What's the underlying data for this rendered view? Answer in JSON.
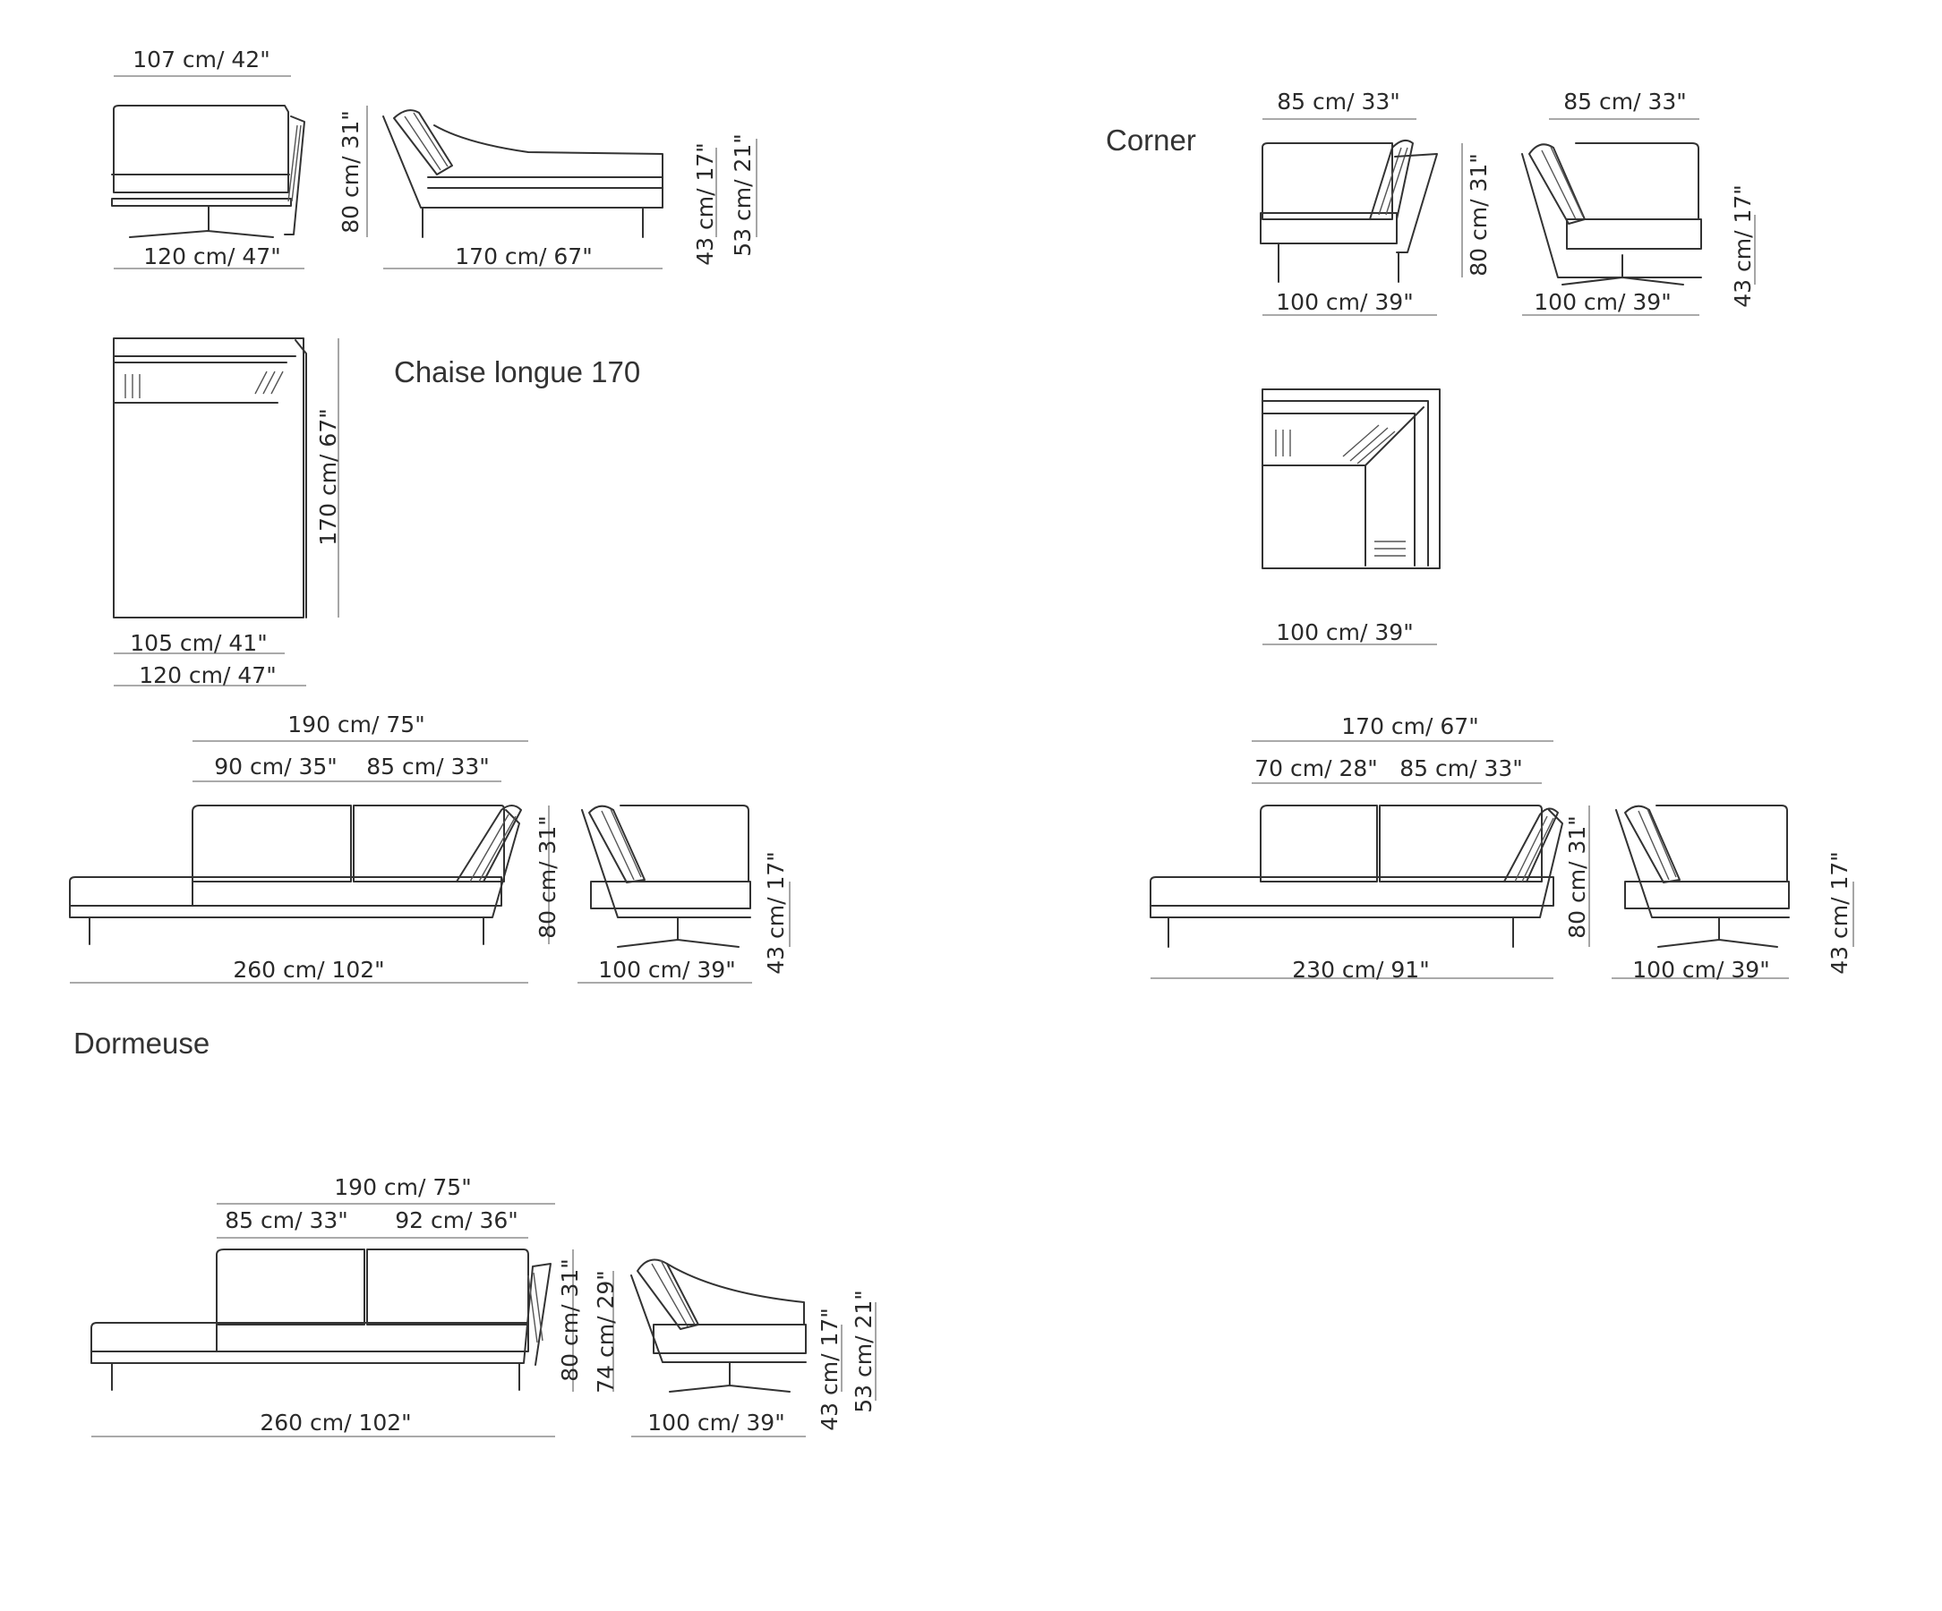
{
  "captions": {
    "chaise": "Chaise longue 170",
    "corner": "Corner",
    "dormeuse": "Dormeuse"
  },
  "dims": {
    "ch_top_w": "107 cm/ 42\"",
    "ch_front_w": "120 cm/ 47\"",
    "ch_h": "80 cm/ 31\"",
    "ch_side_w": "170 cm/ 67\"",
    "ch_seat": "43 cm/ 17\"",
    "ch_arm": "53 cm/ 21\"",
    "ch_plan_len": "170 cm/ 67\"",
    "ch_plan_w1": "105 cm/ 41\"",
    "ch_plan_w2": "120 cm/ 47\"",
    "co_w1": "85 cm/ 33\"",
    "co_w2": "85 cm/ 33\"",
    "co_h": "80 cm/ 31\"",
    "co_d1": "100 cm/ 39\"",
    "co_d2": "100 cm/ 39\"",
    "co_seat": "43 cm/ 17\"",
    "co_plan": "100 cm/ 39\"",
    "so_total": "190 cm/ 75\"",
    "so_a": "90 cm/ 35\"",
    "so_b": "85 cm/ 33\"",
    "so_h": "80 cm/ 31\"",
    "so_len": "260 cm/ 102\"",
    "so_depth": "100 cm/ 39\"",
    "so_seat": "43 cm/ 17\"",
    "s2_total": "170 cm/ 67\"",
    "s2_a": "70 cm/ 28\"",
    "s2_b": "85 cm/ 33\"",
    "s2_h": "80 cm/ 31\"",
    "s2_len": "230 cm/ 91\"",
    "s2_depth": "100 cm/ 39\"",
    "s2_seat": "43 cm/ 17\"",
    "do_total": "190 cm/ 75\"",
    "do_a": "85 cm/ 33\"",
    "do_b": "92 cm/ 36\"",
    "do_h1": "80 cm/ 31\"",
    "do_h2": "74 cm/ 29\"",
    "do_len": "260 cm/ 102\"",
    "do_depth": "100 cm/ 39\"",
    "do_seat": "43 cm/ 17\"",
    "do_arm": "53 cm/ 21\""
  }
}
